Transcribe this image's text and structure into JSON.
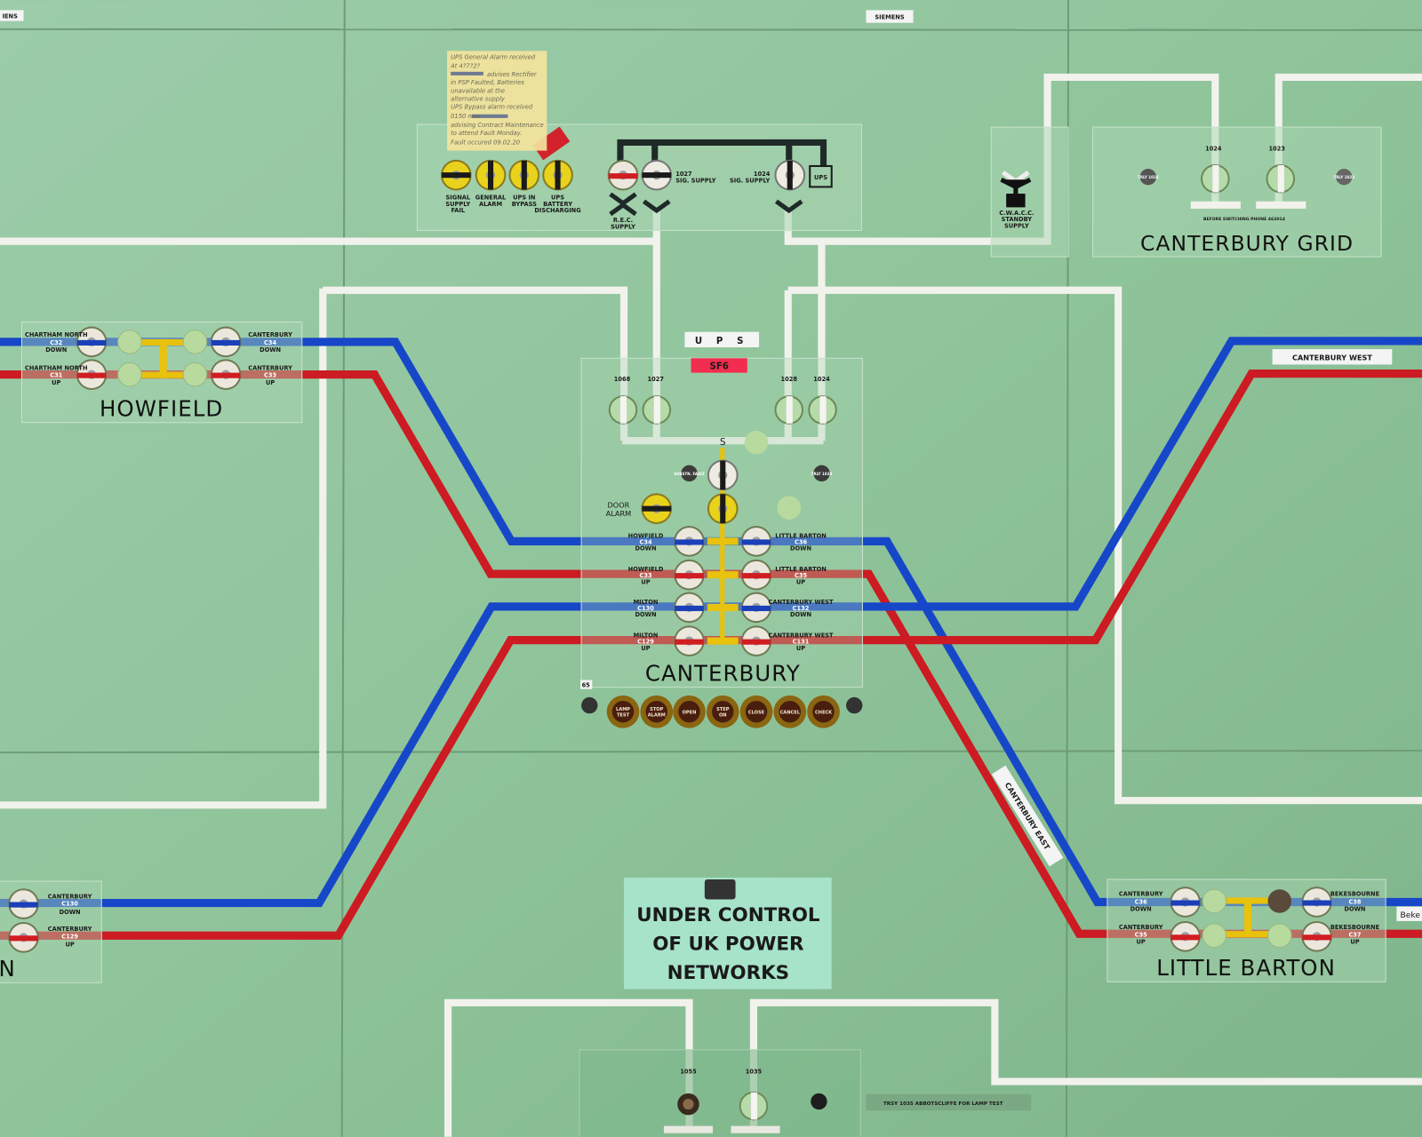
{
  "colors": {
    "panel": "#8fc59a",
    "blue_line": "#1747c9",
    "red_line": "#cc1b22",
    "white_line": "#f2f2ec",
    "yellow_bus": "#e8c20c"
  },
  "top_tags": {
    "siemens_left": "IENS",
    "siemens_center": "SIEMENS"
  },
  "sticky_note": {
    "lines": [
      "UPS General Alarm received",
      "At 4?7?2?",
      "advises Rectifier",
      "in PSP Faulted, Batteries",
      "unavailable at the",
      "alternative supply",
      "UPS Bypass alarm received",
      "0150 now",
      "advising Contract Maintenance",
      "to attend Fault Monday.",
      "Fault occured 09.02.20"
    ]
  },
  "ups_panel": {
    "alarms": [
      {
        "l1": "SIGNAL",
        "l2": "SUPPLY",
        "l3": "FAIL"
      },
      {
        "l1": "GENERAL",
        "l2": "ALARM",
        "l3": ""
      },
      {
        "l1": "UPS IN",
        "l2": "BYPASS",
        "l3": ""
      },
      {
        "l1": "UPS",
        "l2": "BATTERY",
        "l3": "DISCHARGING"
      }
    ],
    "rec_supply": "R.E.C.",
    "rec_supply2": "SUPPLY",
    "sig1": "1027",
    "sig1b": "SIG. SUPPLY",
    "sig2": "1024",
    "sig2b": "SIG. SUPPLY",
    "ups_box": "UPS"
  },
  "cwacc": {
    "l1": "C.W.A.C.C.",
    "l2": "STANDBY",
    "l3": "SUPPLY"
  },
  "canterbury_grid": {
    "title": "CANTERBURY GRID",
    "sw1": "1024",
    "sw2": "1023",
    "trly1": "TRLY 1024",
    "trly2": "TRLY 1023",
    "phone": "BEFORE SWITCHING PHONE 463014"
  },
  "ups_label": "U P S",
  "sf6_label": "SF6",
  "canterbury": {
    "title": "CANTERBURY",
    "tag": "65",
    "bus": "S",
    "top_switches": [
      "1068",
      "1027",
      "1028",
      "1024"
    ],
    "substn_fault": "SUBSTN. FAULT",
    "trly": "TRLY 1028",
    "door_alarm": [
      "DOOR",
      "ALARM"
    ],
    "feeders_left": [
      {
        "name": "HOWFIELD",
        "code": "C34",
        "dir": "DOWN"
      },
      {
        "name": "HOWFIELD",
        "code": "C33",
        "dir": "UP"
      },
      {
        "name": "MILTON",
        "code": "C130",
        "dir": "DOWN"
      },
      {
        "name": "MILTON",
        "code": "C129",
        "dir": "UP"
      }
    ],
    "feeders_right": [
      {
        "name": "LITTLE BARTON",
        "code": "C36",
        "dir": "DOWN"
      },
      {
        "name": "LITTLE BARTON",
        "code": "C35",
        "dir": "UP"
      },
      {
        "name": "CANTERBURY WEST",
        "code": "C132",
        "dir": "DOWN"
      },
      {
        "name": "CANTERBURY WEST",
        "code": "C131",
        "dir": "UP"
      }
    ],
    "buttons": [
      [
        "LAMP",
        "TEST"
      ],
      [
        "STOP",
        "ALARM"
      ],
      [
        "OPEN",
        ""
      ],
      [
        "STEP",
        "ON"
      ],
      [
        "CLOSE",
        ""
      ],
      [
        "CANCEL",
        ""
      ],
      [
        "CHECK",
        ""
      ]
    ]
  },
  "howfield": {
    "title": "HOWFIELD",
    "left": [
      {
        "name": "CHARTHAM NORTH",
        "code": "C32",
        "dir": "DOWN"
      },
      {
        "name": "CHARTHAM NORTH",
        "code": "C31",
        "dir": "UP"
      }
    ],
    "right": [
      {
        "name": "CANTERBURY",
        "code": "C34",
        "dir": "DOWN"
      },
      {
        "name": "CANTERBURY",
        "code": "C33",
        "dir": "UP"
      }
    ]
  },
  "milton_partial": {
    "title_tail": "N",
    "feeders": [
      {
        "name": "CANTERBURY",
        "code": "C130",
        "dir": "DOWN"
      },
      {
        "name": "CANTERBURY",
        "code": "C129",
        "dir": "UP"
      }
    ]
  },
  "little_barton": {
    "title": "LITTLE BARTON",
    "left": [
      {
        "name": "CANTERBURY",
        "code": "C36",
        "dir": "DOWN"
      },
      {
        "name": "CANTERBURY",
        "code": "C35",
        "dir": "UP"
      }
    ],
    "right": [
      {
        "name": "BEKESBOURNE",
        "code": "C38",
        "dir": "DOWN"
      },
      {
        "name": "BEKESBOURNE",
        "code": "C37",
        "dir": "UP"
      }
    ]
  },
  "route_labels": {
    "canterbury_west": "CANTERBURY  WEST",
    "canterbury_east": "CANTERBURY  EAST",
    "bekesbourne_partial": "Beke"
  },
  "ukpn_sign": [
    "UNDER CONTROL",
    "OF UK POWER",
    "NETWORKS"
  ],
  "bottom_panel": {
    "sw1": "1055",
    "sw2": "1035",
    "lamp_test": "TRSY 1035 ABBOTSCLIFFE FOR LAMP TEST"
  }
}
